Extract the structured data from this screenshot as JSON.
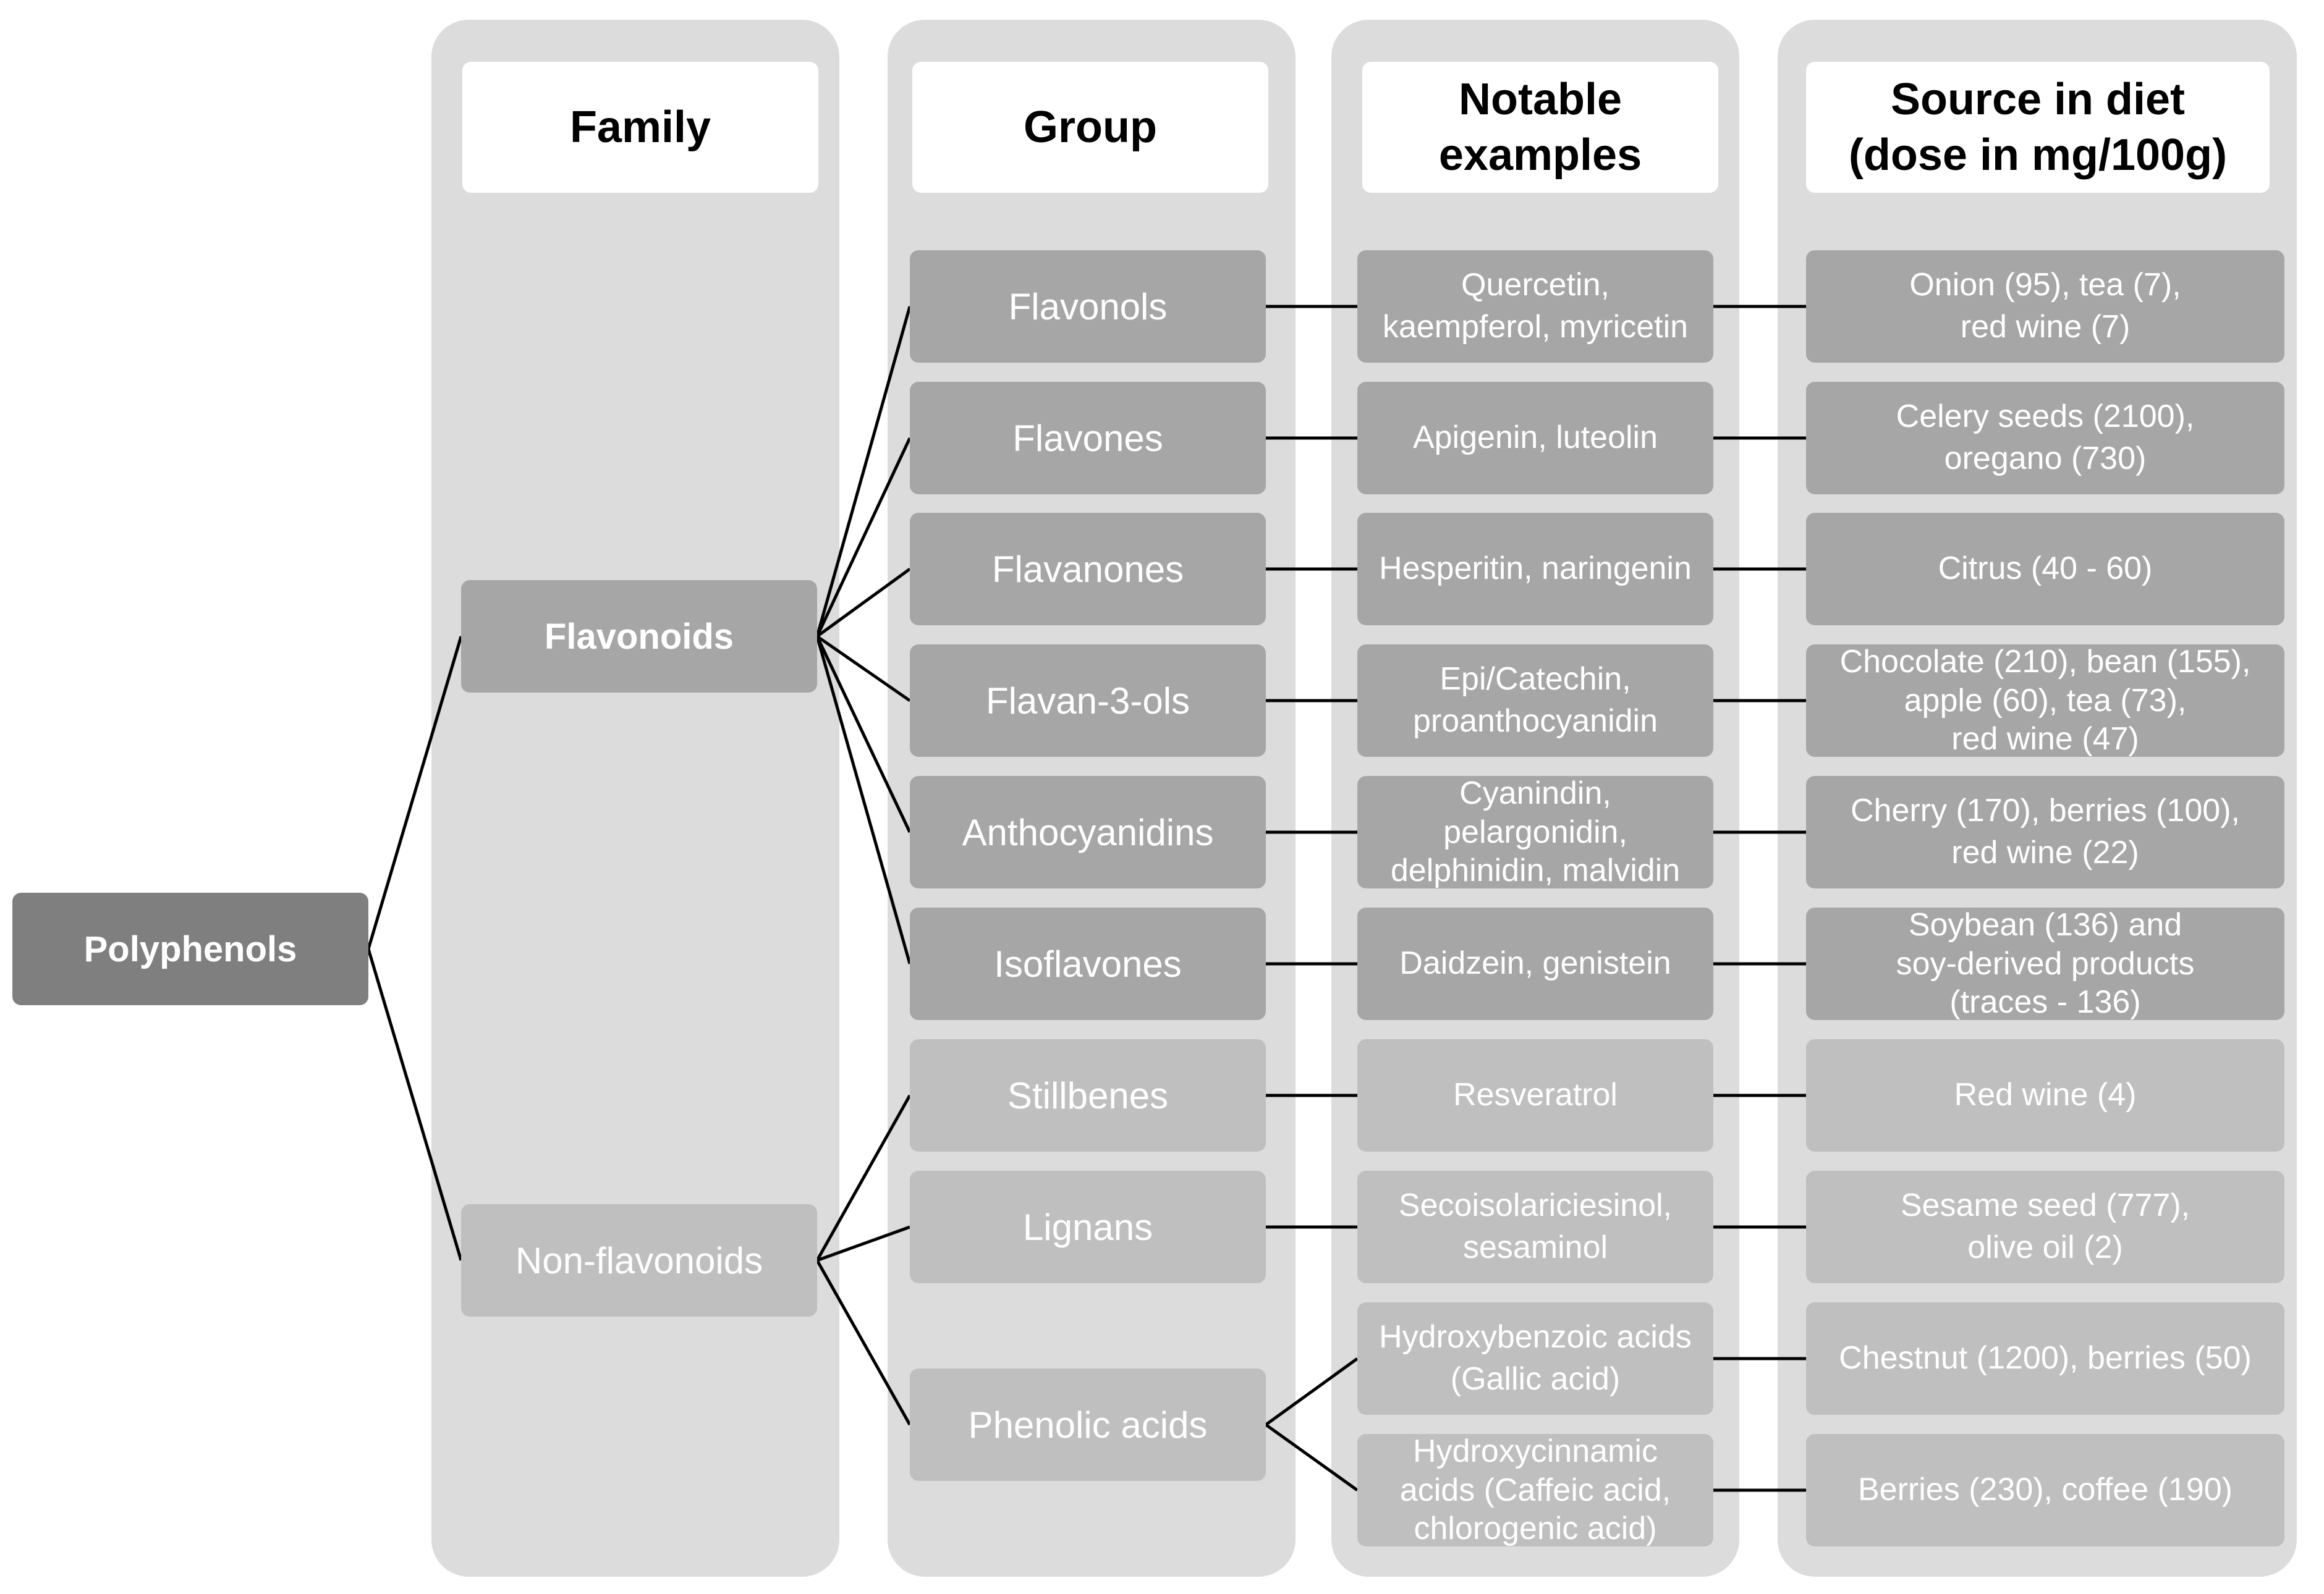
{
  "headers": {
    "family": "Family",
    "group": "Group",
    "examples": "Notable\nexamples",
    "source": "Source in diet\n(dose in mg/100g)"
  },
  "root": "Polyphenols",
  "families": {
    "flavonoids": "Flavonoids",
    "nonflavonoids": "Non-flavonoids"
  },
  "rows": [
    {
      "group": "Flavonols",
      "example": "Quercetin,\nkaempferol, myricetin",
      "source": "Onion (95), tea (7),\nred wine (7)"
    },
    {
      "group": "Flavones",
      "example": "Apigenin, luteolin",
      "source": "Celery seeds (2100),\noregano (730)"
    },
    {
      "group": "Flavanones",
      "example": "Hesperitin, naringenin",
      "source": "Citrus (40 - 60)"
    },
    {
      "group": "Flavan-3-ols",
      "example": "Epi/Catechin,\nproanthocyanidin",
      "source": "Chocolate (210), bean (155),\napple (60), tea (73),\nred wine (47)"
    },
    {
      "group": "Anthocyanidins",
      "example": "Cyanindin,\npelargonidin,\ndelphinidin, malvidin",
      "source": "Cherry (170), berries (100),\nred wine (22)"
    },
    {
      "group": "Isoflavones",
      "example": "Daidzein, genistein",
      "source": "Soybean (136) and\nsoy-derived products\n(traces - 136)"
    },
    {
      "group": "Stillbenes",
      "example": "Resveratrol",
      "source": "Red wine (4)"
    },
    {
      "group": "Lignans",
      "example": "Secoisolariciesinol,\nsesaminol",
      "source": "Sesame seed (777),\nolive oil (2)"
    }
  ],
  "phenolic": {
    "group": "Phenolic acids",
    "subs": [
      {
        "example": "Hydroxybenzoic acids\n(Gallic acid)",
        "source": "Chestnut (1200), berries (50)"
      },
      {
        "example": "Hydroxycinnamic\nacids (Caffeic acid,\nchlorogenic acid)",
        "source": "Berries (230), coffee (190)"
      }
    ]
  }
}
